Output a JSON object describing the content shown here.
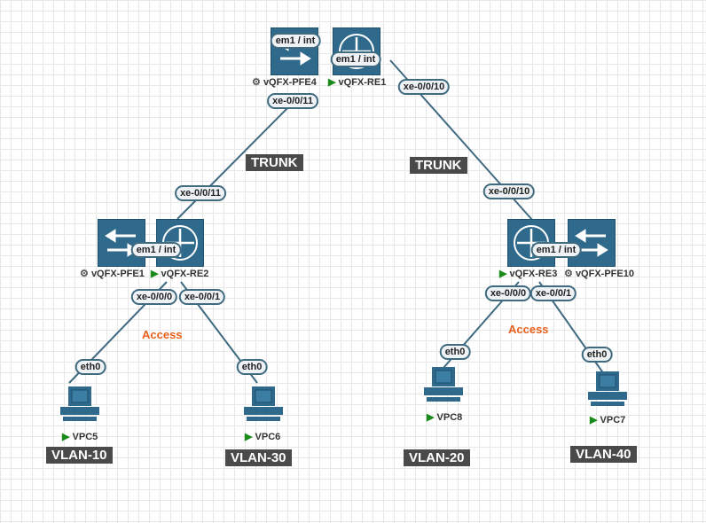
{
  "nodes": {
    "pfe4": "vQFX-PFE4",
    "re1": "vQFX-RE1",
    "pfe1": "vQFX-PFE1",
    "re2": "vQFX-RE2",
    "re3": "vQFX-RE3",
    "pfe10": "vQFX-PFE10",
    "vpc5": "VPC5",
    "vpc6": "VPC6",
    "vpc8": "VPC8",
    "vpc7": "VPC7"
  },
  "interfaces": {
    "em1": "em1 / int",
    "xe11": "xe-0/0/11",
    "xe10": "xe-0/0/10",
    "xe0": "xe-0/0/0",
    "xe1": "xe-0/0/1",
    "eth0": "eth0"
  },
  "annotations": {
    "trunk": "TRUNK",
    "access": "Access",
    "vlan10": "VLAN-10",
    "vlan30": "VLAN-30",
    "vlan20": "VLAN-20",
    "vlan40": "VLAN-40"
  },
  "colors": {
    "node": "#2f6a8c",
    "link": "#3f6a80",
    "access": "#e8601c",
    "tag_bg": "#4a4a4a",
    "running": "#1a8a1a"
  }
}
